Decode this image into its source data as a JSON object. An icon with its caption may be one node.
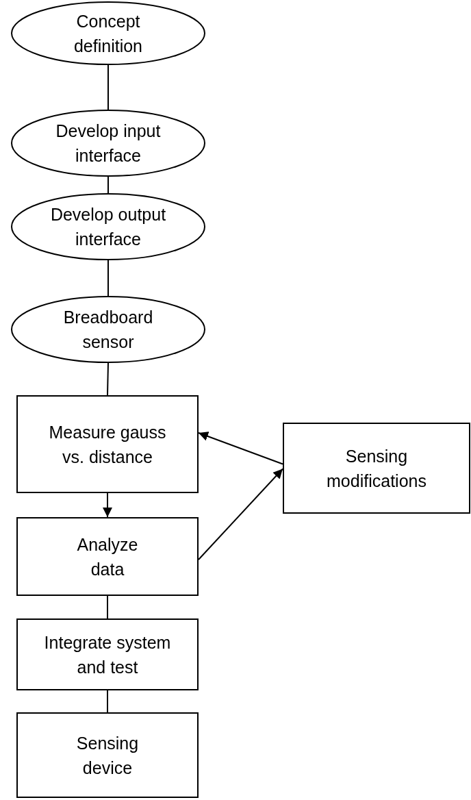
{
  "diagram": {
    "nodes": [
      {
        "text": [
          "Concept definition"
        ]
      },
      {
        "text": [
          "Develop input interface"
        ]
      },
      {
        "text": [
          "Develop output interface"
        ]
      },
      {
        "text": [
          "Breadboard sensor"
        ]
      },
      {
        "text": [
          "Measure gauss vs. distance"
        ]
      },
      {
        "text": [
          "Analyze data"
        ]
      },
      {
        "text": [
          "Integrate system and test"
        ]
      },
      {
        "text": [
          "Sensing device"
        ]
      },
      {
        "text": [
          "Sensing modifications"
        ]
      }
    ],
    "edges": [
      {
        "from": 0,
        "to": 1,
        "arrow": "none"
      },
      {
        "from": 1,
        "to": 2,
        "arrow": "none"
      },
      {
        "from": 2,
        "to": 3,
        "arrow": "none"
      },
      {
        "from": 3,
        "to": 4,
        "arrow": "none"
      },
      {
        "from": 4,
        "to": 5,
        "arrow": "to"
      },
      {
        "from": 8,
        "to": 4,
        "arrow": "to"
      },
      {
        "from": 5,
        "to": 8,
        "arrow": "to"
      },
      {
        "from": 5,
        "to": 6,
        "arrow": "none"
      },
      {
        "from": 6,
        "to": 7,
        "arrow": "none"
      }
    ]
  }
}
